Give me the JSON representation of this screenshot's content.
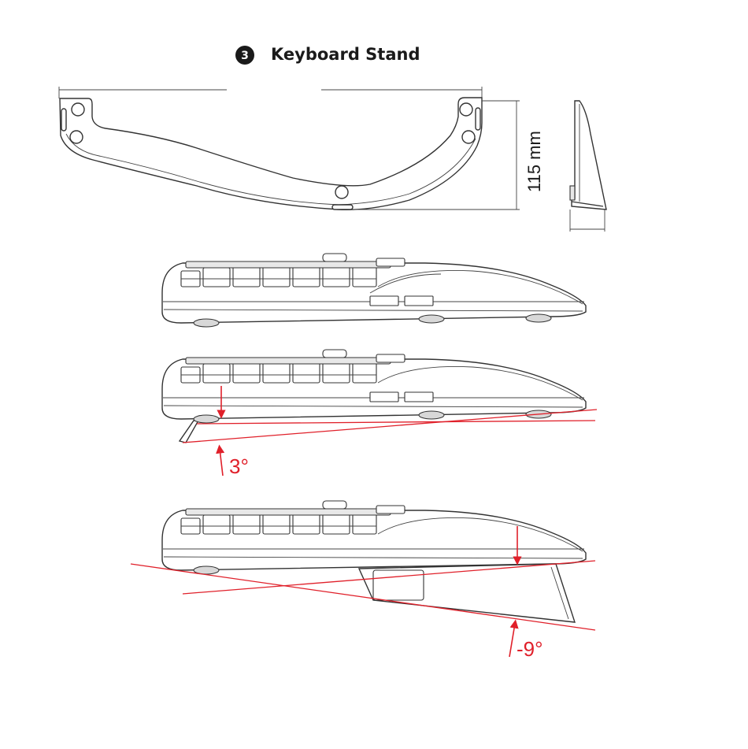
{
  "header": {
    "step_number": "3",
    "title": "Keyboard Stand"
  },
  "dimensions": {
    "stand_height": "115 mm"
  },
  "angles": {
    "positive_tilt": "3°",
    "negative_tilt": "-9°"
  },
  "colors": {
    "line": "#333333",
    "accent_red": "#e0202a",
    "badge": "#1a1a1a"
  }
}
